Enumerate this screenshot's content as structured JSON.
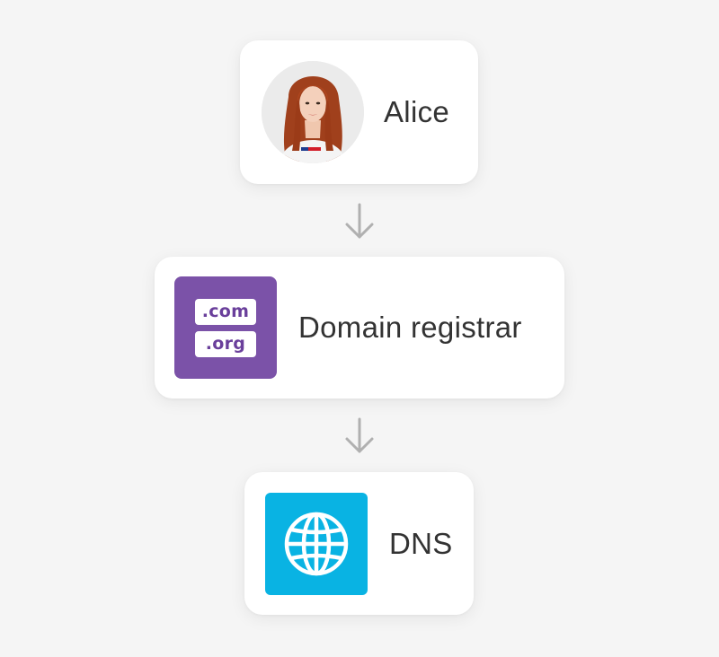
{
  "nodes": [
    {
      "label": "Alice",
      "icon": "person-avatar"
    },
    {
      "label": "Domain registrar",
      "icon": "domain-registrar-icon",
      "tags": [
        ".com",
        ".org"
      ],
      "color": "#7b52a8"
    },
    {
      "label": "DNS",
      "icon": "globe-icon",
      "color": "#09b3e3"
    }
  ],
  "edges": [
    {
      "from": "Alice",
      "to": "Domain registrar"
    },
    {
      "from": "Domain registrar",
      "to": "DNS"
    }
  ],
  "colors": {
    "background": "#f5f5f5",
    "card": "#ffffff",
    "text": "#333333",
    "arrow": "#b0b0b0"
  }
}
